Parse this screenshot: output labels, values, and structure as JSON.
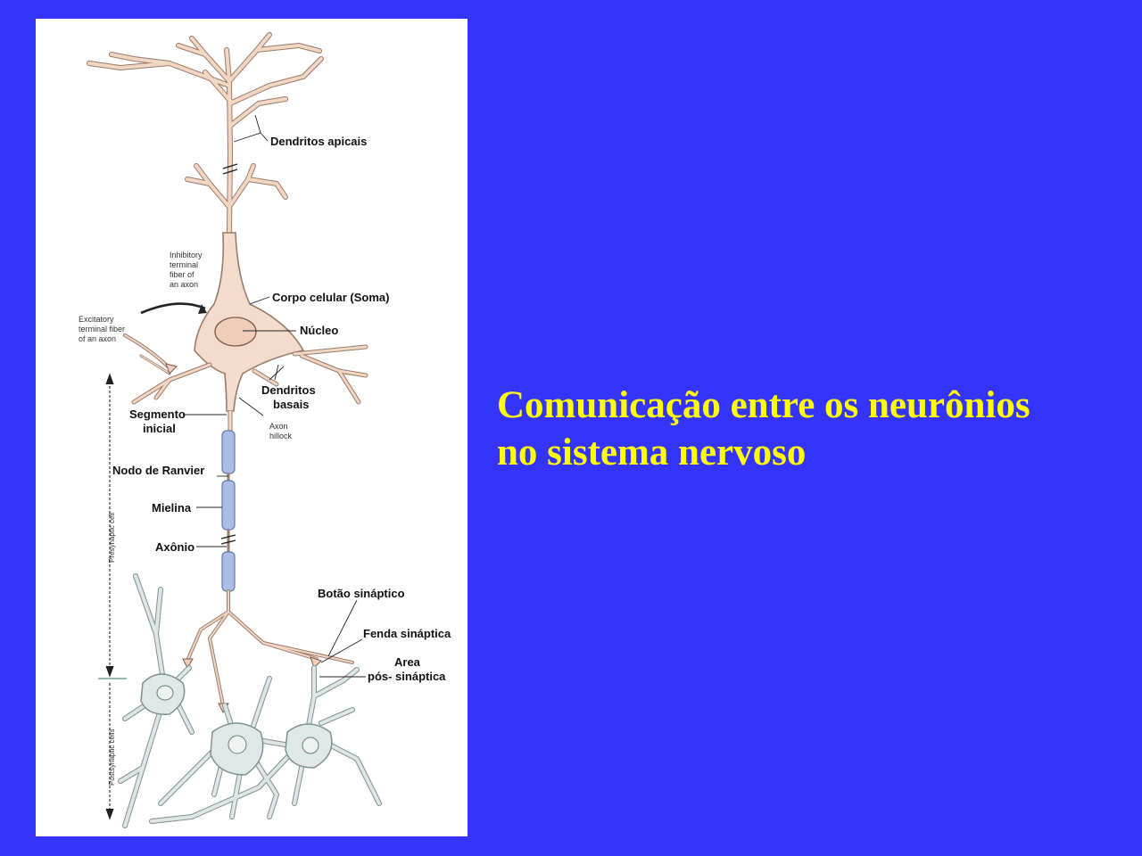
{
  "slide": {
    "title_lines": [
      "Comunicação entre os neurônios",
      "no sistema nervoso"
    ],
    "colors": {
      "background": "#3434fc",
      "title": "#ffff00",
      "figure_background": "#ffffff",
      "presynaptic_neuron": "#f4dccc",
      "postsynaptic_cells": "#dfe8e6",
      "myelin": "#a9bde6"
    }
  },
  "diagram": {
    "labels": {
      "dendritos_apicais": "Dendritos apicais",
      "inhibitory_terminal": [
        "Inhibitory",
        "terminal",
        "fiber of",
        "an axon"
      ],
      "corpo_celular": "Corpo celular (Soma)",
      "nucleo": "Núcleo",
      "excitatory_terminal": [
        "Excitatory",
        "terminal fiber",
        "of an axon"
      ],
      "dendritos_basais": [
        "Dendritos",
        "basais"
      ],
      "axon_hillock": [
        "Axon",
        "hillock"
      ],
      "segmento_inicial": [
        "Segmento",
        "inicial"
      ],
      "nodo_de_ranvier": "Nodo de Ranvier",
      "mielina": "Mielina",
      "axonio": "Axônio",
      "botao_sinaptico": "Botão sináptico",
      "fenda_sinaptica": "Fenda sináptica",
      "area_pos_sinaptica": [
        "Area",
        "pós- sináptica"
      ],
      "presynaptic_cell": "Presynaptic cell",
      "postsynaptic_cells": "Postsynaptic cells"
    }
  }
}
